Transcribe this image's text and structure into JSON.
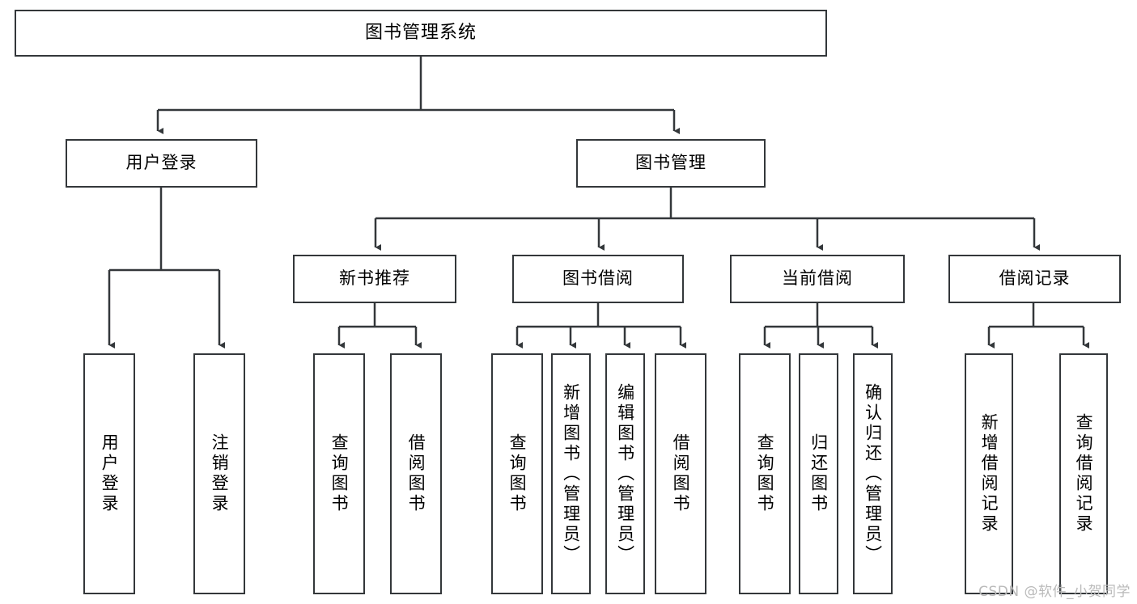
{
  "diagram": {
    "title": "图书管理系统",
    "type": "tree",
    "line_color": "#33373a",
    "box_fill": "#ffffff",
    "text_color": "#000000",
    "background": "#ffffff"
  },
  "root": {
    "label": "图书管理系统"
  },
  "level2": [
    {
      "id": "user-login",
      "label": "用户登录"
    },
    {
      "id": "book-management",
      "label": "图书管理"
    }
  ],
  "level3": [
    {
      "id": "new-book-recommend",
      "label": "新书推荐"
    },
    {
      "id": "book-borrow",
      "label": "图书借阅"
    },
    {
      "id": "current-borrow",
      "label": "当前借阅"
    },
    {
      "id": "borrow-record",
      "label": "借阅记录"
    }
  ],
  "leaves": {
    "user_login": [
      {
        "id": "leaf-user-login",
        "label": "用户登录"
      },
      {
        "id": "leaf-logout-login",
        "label": "注销登录"
      }
    ],
    "new_book_recommend": [
      {
        "id": "leaf-query-book-1",
        "label": "查询图书"
      },
      {
        "id": "leaf-borrow-book-1",
        "label": "借阅图书"
      }
    ],
    "book_borrow": [
      {
        "id": "leaf-query-book-2",
        "label": "查询图书"
      },
      {
        "id": "leaf-add-book",
        "label": "新增图书（管理员）"
      },
      {
        "id": "leaf-edit-book",
        "label": "编辑图书（管理员）"
      },
      {
        "id": "leaf-borrow-book-2",
        "label": "借阅图书"
      }
    ],
    "current_borrow": [
      {
        "id": "leaf-query-book-3",
        "label": "查询图书"
      },
      {
        "id": "leaf-return-book",
        "label": "归还图书"
      },
      {
        "id": "leaf-confirm-return",
        "label": "确认归还（管理员）"
      }
    ],
    "borrow_record": [
      {
        "id": "leaf-add-record",
        "label": "新增借阅记录"
      },
      {
        "id": "leaf-query-record",
        "label": "查询借阅记录"
      }
    ]
  },
  "watermark": {
    "text": "CSDN @软件_小贺同学"
  }
}
